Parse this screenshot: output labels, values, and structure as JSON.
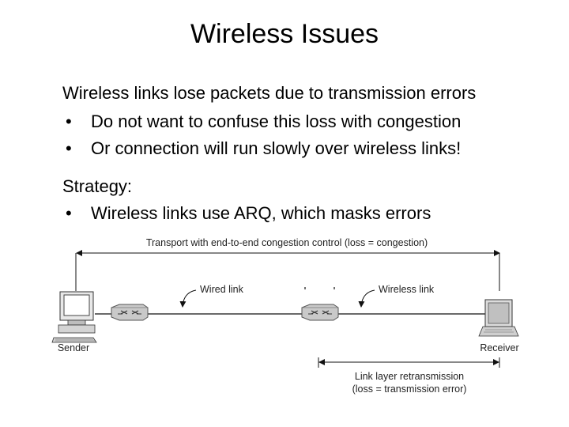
{
  "slide": {
    "title": "Wireless Issues",
    "intro": "Wireless links lose packets due to transmission errors",
    "bullets_1": [
      "Do not want to confuse this loss with congestion",
      "Or connection will run slowly over wireless links!"
    ],
    "strategy_heading": "Strategy:",
    "bullets_2": [
      "Wireless links use ARQ, which masks errors"
    ],
    "bullet_glyph": "•"
  },
  "diagram": {
    "transport_label": "Transport with end-to-end congestion control (loss = congestion)",
    "wired_link_label": "Wired link",
    "wireless_link_label": "Wireless link",
    "sender_label": "Sender",
    "receiver_label": "Receiver",
    "link_layer_label_1": "Link layer retransmission",
    "link_layer_label_2": "(loss = transmission error)"
  }
}
